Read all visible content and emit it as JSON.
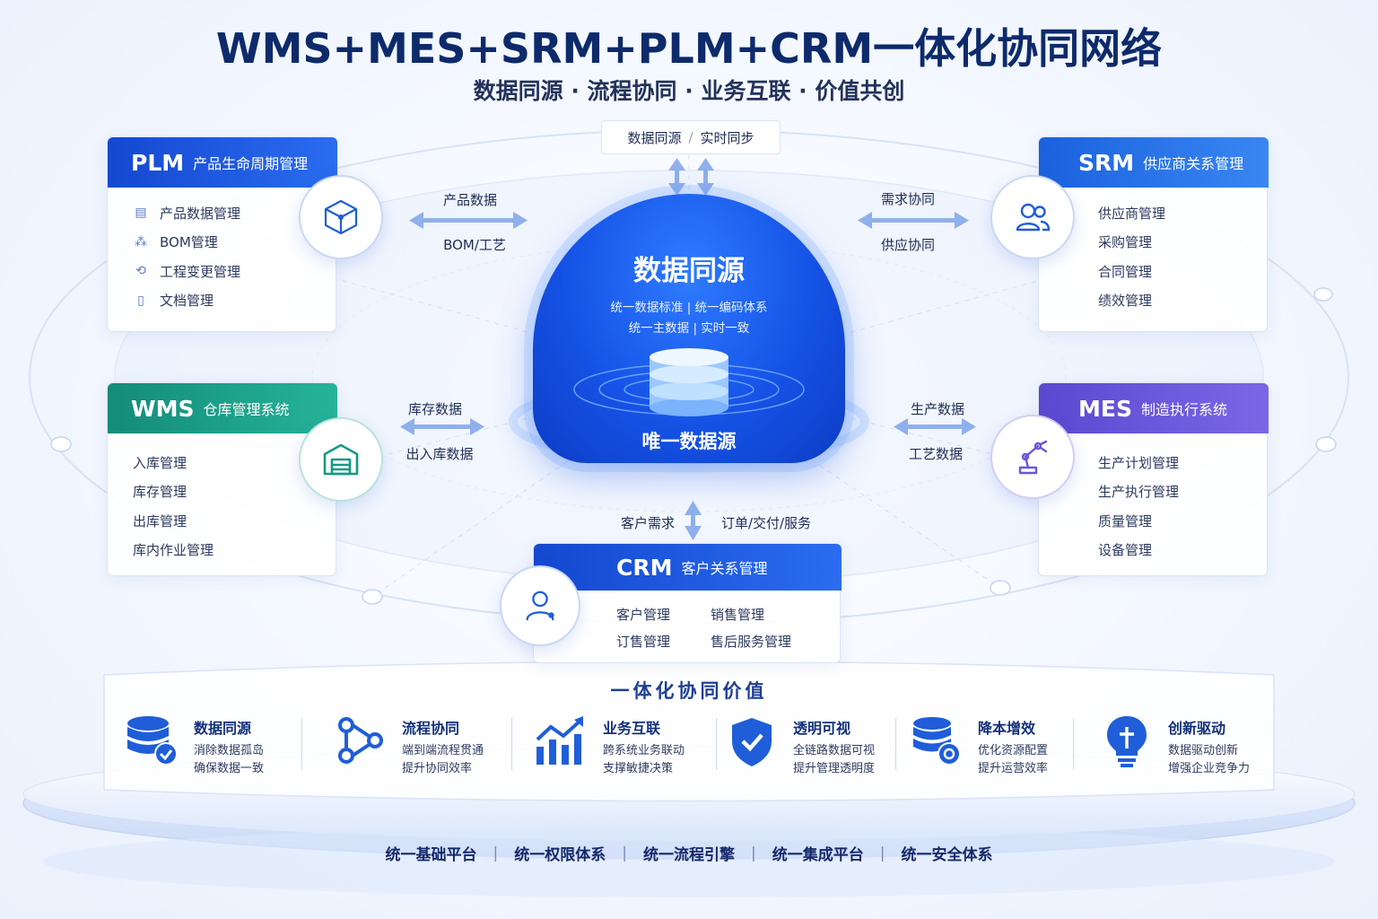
{
  "title": "WMS+MES+SRM+PLM+CRM一体化协同网络",
  "subtitle": "数据同源 · 流程协同 · 业务互联 · 价值共创",
  "sync": {
    "left": "数据同源",
    "sep": "/",
    "right": "实时同步"
  },
  "center": {
    "title": "数据同源",
    "line1": "统一数据标准 | 统一编码体系",
    "line2": "统一主数据 | 实时一致",
    "foot": "唯一数据源"
  },
  "modules": {
    "plm": {
      "code": "PLM",
      "name": "产品生命周期管理",
      "color": "#1a56db",
      "items": [
        "产品数据管理",
        "BOM管理",
        "工程变更管理",
        "文档管理"
      ]
    },
    "srm": {
      "code": "SRM",
      "name": "供应商关系管理",
      "color": "#1f6fe0",
      "items": [
        "供应商管理",
        "采购管理",
        "合同管理",
        "绩效管理"
      ]
    },
    "wms": {
      "code": "WMS",
      "name": "仓库管理系统",
      "color": "#1a9a86",
      "items": [
        "入库管理",
        "库存管理",
        "出库管理",
        "库内作业管理"
      ]
    },
    "mes": {
      "code": "MES",
      "name": "制造执行系统",
      "color": "#6a56d8",
      "items": [
        "生产计划管理",
        "生产执行管理",
        "质量管理",
        "设备管理"
      ]
    },
    "crm": {
      "code": "CRM",
      "name": "客户关系管理",
      "color": "#1a56db",
      "items": [
        "客户管理",
        "销售管理",
        "订售管理",
        "售后服务管理"
      ]
    }
  },
  "flows": {
    "plm_top": "产品数据",
    "plm_bottom": "BOM/工艺",
    "srm_top": "需求协同",
    "srm_bottom": "供应协同",
    "wms_top": "库存数据",
    "wms_bottom": "出入库数据",
    "mes_top": "生产数据",
    "mes_bottom": "工艺数据",
    "crm_left": "客户需求",
    "crm_right": "订单/交付/服务"
  },
  "value_title": "一体化协同价值",
  "values": [
    {
      "title": "数据同源",
      "l1": "消除数据孤岛",
      "l2": "确保数据一致",
      "icon": "database-check-icon"
    },
    {
      "title": "流程协同",
      "l1": "端到端流程贯通",
      "l2": "提升协同效率",
      "icon": "flow-nodes-icon"
    },
    {
      "title": "业务互联",
      "l1": "跨系统业务联动",
      "l2": "支撑敏捷决策",
      "icon": "growth-chart-icon"
    },
    {
      "title": "透明可视",
      "l1": "全链路数据可视",
      "l2": "提升管理透明度",
      "icon": "shield-check-icon"
    },
    {
      "title": "降本增效",
      "l1": "优化资源配置",
      "l2": "提升运营效率",
      "icon": "database-gear-icon"
    },
    {
      "title": "创新驱动",
      "l1": "数据驱动创新",
      "l2": "增强企业竞争力",
      "icon": "lightbulb-icon"
    }
  ],
  "foundation": [
    "统一基础平台",
    "统一权限体系",
    "统一流程引擎",
    "统一集成平台",
    "统一安全体系"
  ]
}
